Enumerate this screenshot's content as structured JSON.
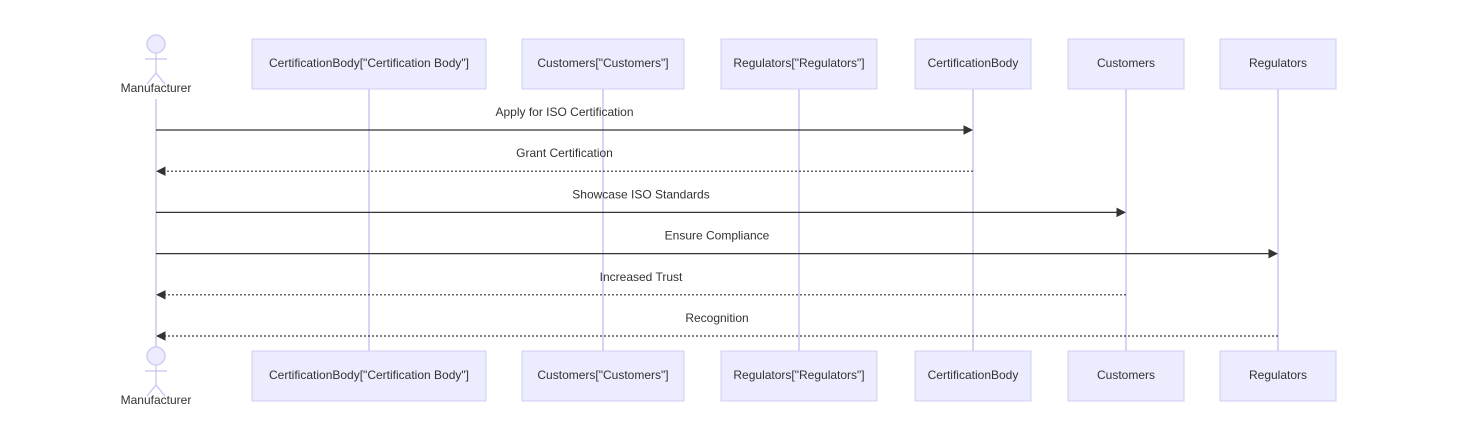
{
  "participants": [
    {
      "id": "manufacturer",
      "label": "Manufacturer",
      "kind": "actor"
    },
    {
      "id": "cb_quoted",
      "label": "CertificationBody[\"Certification Body\"]",
      "kind": "box"
    },
    {
      "id": "cust_quoted",
      "label": "Customers[\"Customers\"]",
      "kind": "box"
    },
    {
      "id": "reg_quoted",
      "label": "Regulators[\"Regulators\"]",
      "kind": "box"
    },
    {
      "id": "cb",
      "label": "CertificationBody",
      "kind": "box"
    },
    {
      "id": "cust",
      "label": "Customers",
      "kind": "box"
    },
    {
      "id": "reg",
      "label": "Regulators",
      "kind": "box"
    }
  ],
  "messages": [
    {
      "from": "manufacturer",
      "to": "cb",
      "text": "Apply for ISO Certification",
      "style": "solid"
    },
    {
      "from": "cb",
      "to": "manufacturer",
      "text": "Grant Certification",
      "style": "dotted"
    },
    {
      "from": "manufacturer",
      "to": "cust",
      "text": "Showcase ISO Standards",
      "style": "solid"
    },
    {
      "from": "manufacturer",
      "to": "reg",
      "text": "Ensure Compliance",
      "style": "solid"
    },
    {
      "from": "cust",
      "to": "manufacturer",
      "text": "Increased Trust",
      "style": "dotted"
    },
    {
      "from": "reg",
      "to": "manufacturer",
      "text": "Recognition",
      "style": "dotted"
    }
  ],
  "colors": {
    "box_fill": "#ececff",
    "box_stroke": "#d0cdf3",
    "lifeline": "#d9d4f5",
    "arrow": "#333333",
    "text": "#333333"
  }
}
